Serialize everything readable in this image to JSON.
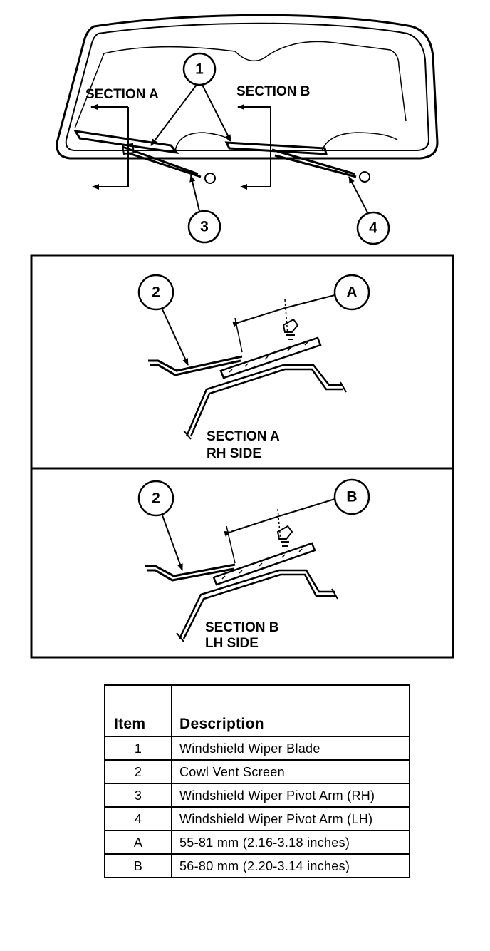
{
  "windshield": {
    "section_a_label": "SECTION A",
    "section_b_label": "SECTION B",
    "callout_1": "1",
    "callout_3": "3",
    "callout_4": "4"
  },
  "detail_a": {
    "callout_part": "2",
    "callout_dim": "A",
    "caption_line1": "SECTION A",
    "caption_line2": "RH SIDE"
  },
  "detail_b": {
    "callout_part": "2",
    "callout_dim": "B",
    "caption_line1": "SECTION B",
    "caption_line2": "LH SIDE"
  },
  "legend": {
    "headers": {
      "item": "Item",
      "description": "Description"
    },
    "rows": [
      {
        "item": "1",
        "description": "Windshield Wiper Blade"
      },
      {
        "item": "2",
        "description": "Cowl Vent Screen"
      },
      {
        "item": "3",
        "description": "Windshield Wiper Pivot Arm (RH)"
      },
      {
        "item": "4",
        "description": "Windshield Wiper Pivot Arm (LH)"
      },
      {
        "item": "A",
        "description": "55-81 mm (2.16-3.18 inches)"
      },
      {
        "item": "B",
        "description": "56-80 mm (2.20-3.14 inches)"
      }
    ]
  }
}
